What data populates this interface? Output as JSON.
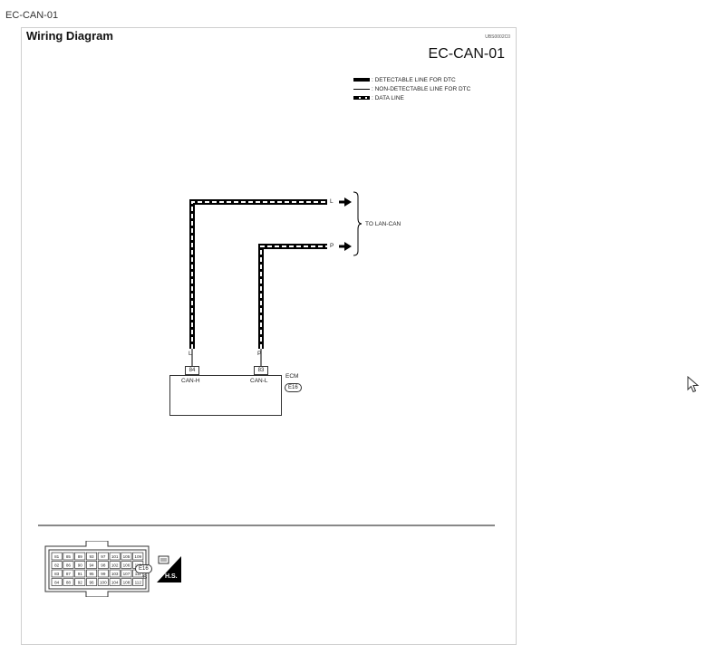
{
  "page": {
    "top_label": "EC-CAN-01"
  },
  "sheet": {
    "title": "Wiring Diagram",
    "ref_code": "UBS0002C0",
    "page_id": "EC-CAN-01"
  },
  "legend": [
    {
      "style": "thick",
      "label": ": DETECTABLE LINE FOR DTC"
    },
    {
      "style": "thin",
      "label": ": NON-DETECTABLE LINE FOR DTC"
    },
    {
      "style": "data",
      "label": ": DATA LINE"
    }
  ],
  "wiring": {
    "wire_color_l": "L",
    "wire_color_p": "P",
    "destination": "TO LAN-CAN",
    "terminals": {
      "can_h_pin": "84",
      "can_l_pin": "83"
    },
    "ecm": {
      "name": "ECM",
      "can_h_label": "CAN-H",
      "can_l_label": "CAN-L",
      "connector_id": "E16"
    }
  },
  "connector_view": {
    "connector_id": "E16",
    "color_code": "B",
    "hs_label": "H.S.",
    "pin_rows": [
      [
        "81",
        "85",
        "89",
        "93",
        "97",
        "101",
        "105",
        "109"
      ],
      [
        "82",
        "86",
        "90",
        "94",
        "98",
        "102",
        "106",
        "110"
      ],
      [
        "83",
        "87",
        "91",
        "95",
        "99",
        "103",
        "107",
        "111"
      ],
      [
        "84",
        "88",
        "92",
        "96",
        "100",
        "104",
        "108",
        "112"
      ]
    ]
  }
}
